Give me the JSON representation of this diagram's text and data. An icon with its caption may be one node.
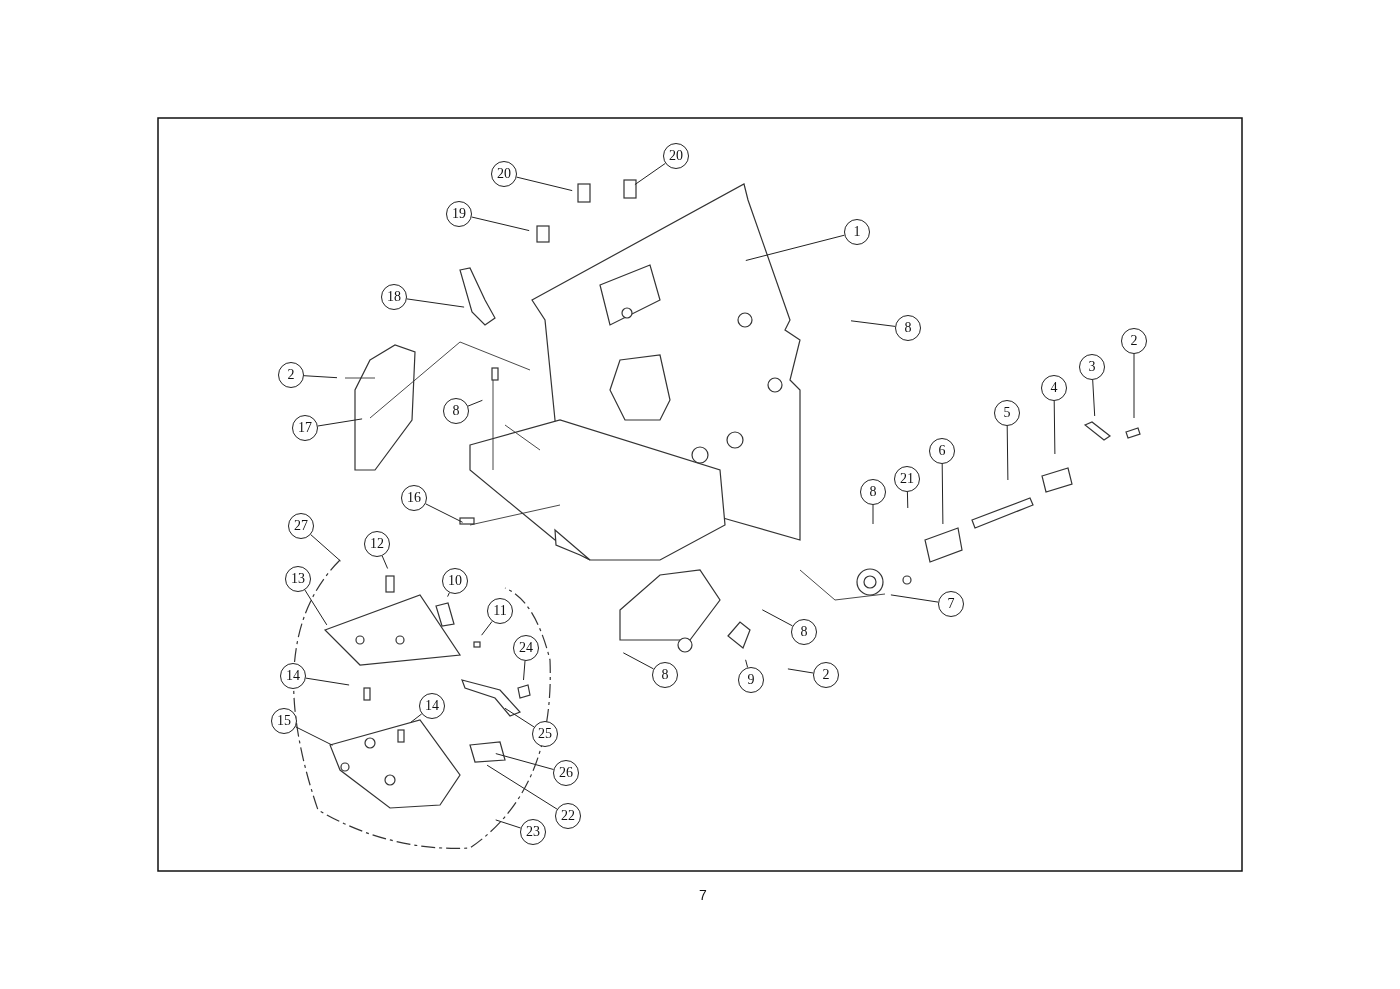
{
  "diagram": {
    "nodes": [
      {
        "text": [
          "20"
        ]
      },
      {
        "text": [
          "20"
        ]
      },
      {
        "text": [
          "19"
        ]
      },
      {
        "text": [
          "1"
        ]
      },
      {
        "text": [
          "18"
        ]
      },
      {
        "text": [
          "8"
        ]
      },
      {
        "text": [
          "2"
        ]
      },
      {
        "text": [
          "3"
        ]
      },
      {
        "text": [
          "2"
        ]
      },
      {
        "text": [
          "4"
        ]
      },
      {
        "text": [
          "8"
        ]
      },
      {
        "text": [
          "5"
        ]
      },
      {
        "text": [
          "17"
        ]
      },
      {
        "text": [
          "6"
        ]
      },
      {
        "text": [
          "21"
        ]
      },
      {
        "text": [
          "8"
        ]
      },
      {
        "text": [
          "16"
        ]
      },
      {
        "text": [
          "27"
        ]
      },
      {
        "text": [
          "12"
        ]
      },
      {
        "text": [
          "13"
        ]
      },
      {
        "text": [
          "10"
        ]
      },
      {
        "text": [
          "7"
        ]
      },
      {
        "text": [
          "11"
        ]
      },
      {
        "text": [
          "8"
        ]
      },
      {
        "text": [
          "24"
        ]
      },
      {
        "text": [
          "14"
        ]
      },
      {
        "text": [
          "8"
        ]
      },
      {
        "text": [
          "2"
        ]
      },
      {
        "text": [
          "9"
        ]
      },
      {
        "text": [
          "14"
        ]
      },
      {
        "text": [
          "15"
        ]
      },
      {
        "text": [
          "25"
        ]
      },
      {
        "text": [
          "26"
        ]
      },
      {
        "text": [
          "22"
        ]
      },
      {
        "text": [
          "23"
        ]
      }
    ],
    "edges": [
      {
        "from": 0,
        "to": null,
        "arrow": "none"
      },
      {
        "from": 1,
        "to": null,
        "arrow": "none"
      },
      {
        "from": 2,
        "to": null,
        "arrow": "none"
      },
      {
        "from": 3,
        "to": null,
        "arrow": "none"
      },
      {
        "from": 4,
        "to": null,
        "arrow": "none"
      },
      {
        "from": 5,
        "to": null,
        "arrow": "none"
      },
      {
        "from": 6,
        "to": null,
        "arrow": "none"
      },
      {
        "from": 7,
        "to": null,
        "arrow": "none"
      },
      {
        "from": 8,
        "to": null,
        "arrow": "none"
      },
      {
        "from": 9,
        "to": null,
        "arrow": "none"
      },
      {
        "from": 10,
        "to": null,
        "arrow": "none"
      },
      {
        "from": 11,
        "to": null,
        "arrow": "none"
      },
      {
        "from": 12,
        "to": null,
        "arrow": "none"
      },
      {
        "from": 13,
        "to": null,
        "arrow": "none"
      },
      {
        "from": 14,
        "to": null,
        "arrow": "none"
      },
      {
        "from": 15,
        "to": null,
        "arrow": "none"
      },
      {
        "from": 16,
        "to": null,
        "arrow": "none"
      },
      {
        "from": 17,
        "to": null,
        "arrow": "none"
      },
      {
        "from": 18,
        "to": null,
        "arrow": "none"
      },
      {
        "from": 19,
        "to": null,
        "arrow": "none"
      },
      {
        "from": 20,
        "to": null,
        "arrow": "none"
      },
      {
        "from": 21,
        "to": null,
        "arrow": "none"
      },
      {
        "from": 22,
        "to": null,
        "arrow": "none"
      },
      {
        "from": 23,
        "to": null,
        "arrow": "none"
      },
      {
        "from": 24,
        "to": null,
        "arrow": "none"
      },
      {
        "from": 25,
        "to": null,
        "arrow": "none"
      },
      {
        "from": 26,
        "to": null,
        "arrow": "none"
      },
      {
        "from": 27,
        "to": null,
        "arrow": "none"
      },
      {
        "from": 28,
        "to": null,
        "arrow": "none"
      },
      {
        "from": 29,
        "to": null,
        "arrow": "none"
      },
      {
        "from": 30,
        "to": null,
        "arrow": "none"
      },
      {
        "from": 31,
        "to": null,
        "arrow": "none"
      },
      {
        "from": 32,
        "to": null,
        "arrow": "none"
      },
      {
        "from": 33,
        "to": null,
        "arrow": "none"
      },
      {
        "from": 34,
        "to": null,
        "arrow": "none"
      }
    ],
    "labels": [
      "7"
    ]
  }
}
